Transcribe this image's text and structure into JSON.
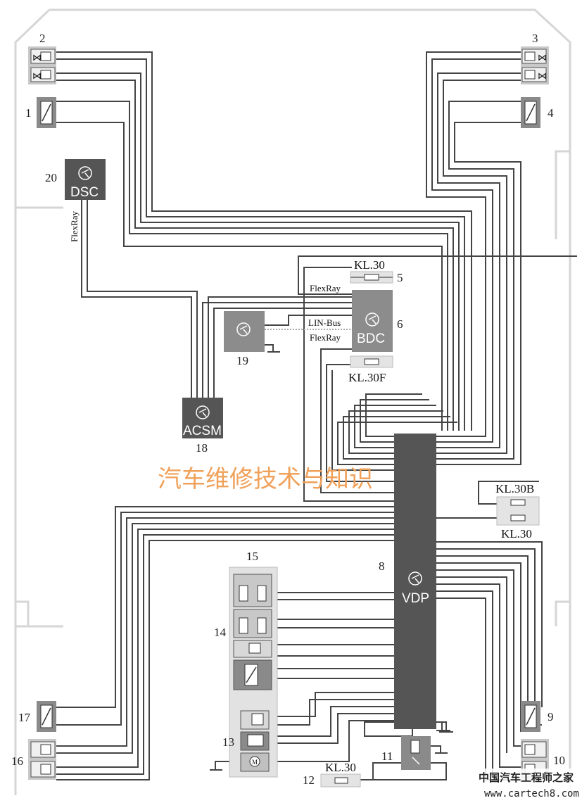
{
  "diagram": {
    "components": {
      "n1": "1",
      "n2": "2",
      "n3": "3",
      "n4": "4",
      "n5": "5",
      "n6": "6",
      "n8": "8",
      "n9": "9",
      "n10": "10",
      "n11": "11",
      "n12": "12",
      "n13": "13",
      "n14": "14",
      "n15": "15",
      "n16": "16",
      "n17": "17",
      "n18": "18",
      "n19": "19",
      "n20": "20"
    },
    "ecus": {
      "dsc": "DSC",
      "bdc": "BDC",
      "acsm": "ACSM",
      "vdp": "VDP"
    },
    "terminals": {
      "kl30_top": "KL.30",
      "kl30f": "KL.30F",
      "kl30b": "KL.30B",
      "kl30_right": "KL.30",
      "kl30_bottom": "KL.30"
    },
    "buses": {
      "flexray_dsc": "FlexRay",
      "flexray_bdc_top": "FlexRay",
      "linbus": "LIN-Bus",
      "flexray_bdc_bottom": "FlexRay"
    },
    "watermark": "汽车维修技术与知识",
    "logo": {
      "name": "中国汽车工程师之家",
      "url": "www.cartech8.com"
    }
  }
}
